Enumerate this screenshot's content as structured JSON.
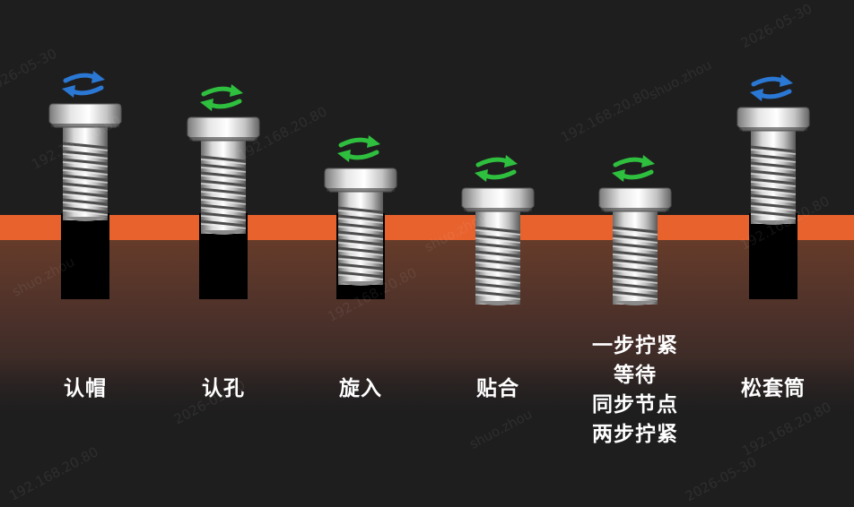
{
  "colors": {
    "background": "#1f1e1f",
    "surface_band": "#e8622e",
    "material_top": "#6e3f2a",
    "material_bottom": "#2a2422",
    "hole": "#000000",
    "arrow_blue": "#2a78d4",
    "arrow_green": "#2fbf3f",
    "label": "#ffffff"
  },
  "stages": [
    {
      "id": "stage-1",
      "lines": [
        "认帽"
      ],
      "arrow_icon": "rotate-arrows-blue-icon",
      "arrow_color": "blue"
    },
    {
      "id": "stage-2",
      "lines": [
        "认孔"
      ],
      "arrow_icon": "rotate-arrows-green-icon",
      "arrow_color": "green"
    },
    {
      "id": "stage-3",
      "lines": [
        "旋入"
      ],
      "arrow_icon": "rotate-arrows-green-icon",
      "arrow_color": "green"
    },
    {
      "id": "stage-4",
      "lines": [
        "贴合"
      ],
      "arrow_icon": "rotate-arrows-green-icon",
      "arrow_color": "green"
    },
    {
      "id": "stage-5",
      "lines": [
        "一步拧紧",
        "等待",
        "同步节点",
        "两步拧紧"
      ],
      "arrow_icon": "rotate-arrows-green-icon",
      "arrow_color": "green"
    },
    {
      "id": "stage-6",
      "lines": [
        "松套筒"
      ],
      "arrow_icon": "rotate-arrows-blue-icon",
      "arrow_color": "blue"
    }
  ],
  "watermark": {
    "ip": "192.168.20.80",
    "user": "shuo.zhou",
    "date": "2026-05-30"
  }
}
